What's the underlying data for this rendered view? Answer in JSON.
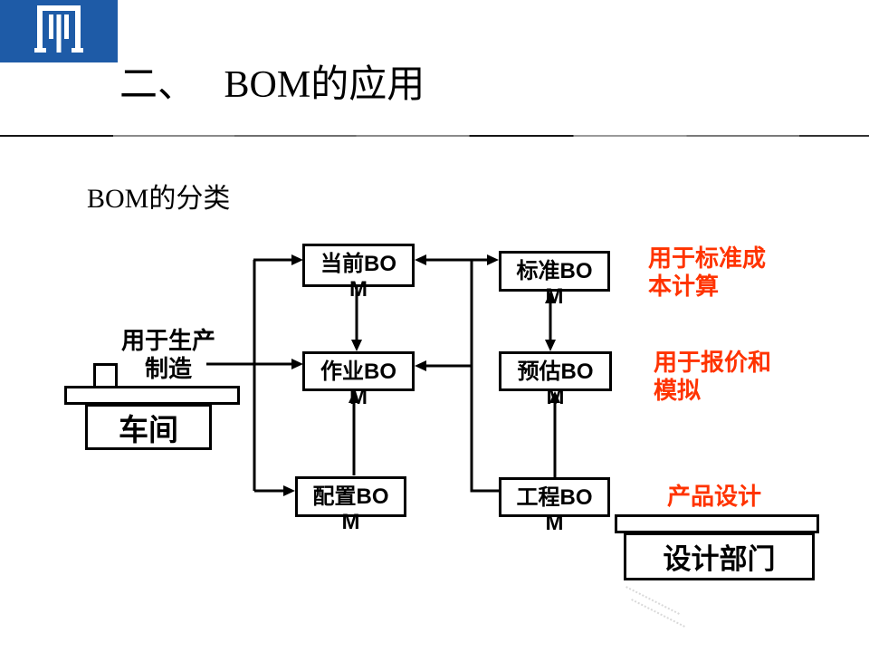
{
  "colors": {
    "logo_blue": "#1e5ba7",
    "accent_red": "#ff3300",
    "line_color": "#000000"
  },
  "header": {
    "title": "二、　 BOM的应用"
  },
  "section": {
    "label": "BOM的分类"
  },
  "diagram": {
    "boxes": {
      "current": {
        "line1": "当前BO",
        "line2": "M"
      },
      "standard": {
        "line1": "标准BO",
        "line2": "M"
      },
      "operation": {
        "line1": "作业BO",
        "line2": "M"
      },
      "estimate": {
        "line1": "预估BO",
        "line2": "M"
      },
      "config": {
        "line1": "配置BO",
        "line2": "M"
      },
      "engineering": {
        "line1": "工程BO",
        "line2": "M"
      }
    },
    "notes": {
      "production": {
        "line1": "用于生产",
        "line2": "制造"
      },
      "standard_cost": {
        "line1": "用于标准成",
        "line2": "本计算"
      },
      "quote": {
        "line1": "用于报价和",
        "line2": "模拟"
      },
      "design": {
        "line1": "产品设计"
      }
    },
    "entities": {
      "workshop": {
        "label": "车间"
      },
      "design_dept": {
        "label": "设计部门"
      }
    }
  }
}
